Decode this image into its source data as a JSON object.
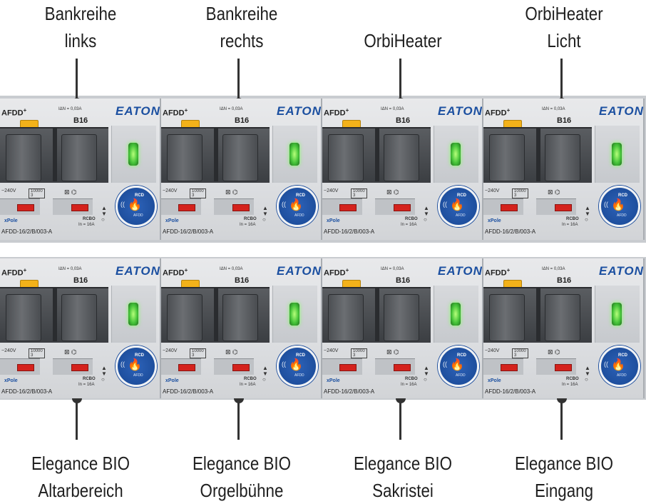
{
  "top_labels": [
    {
      "line1": "Bankreihe",
      "line2": "links"
    },
    {
      "line1": "Bankreihe",
      "line2": "rechts"
    },
    {
      "line1": "",
      "line2": "OrbiHeater"
    },
    {
      "line1": "OrbiHeater",
      "line2": "Licht"
    }
  ],
  "bottom_labels": [
    {
      "line1": "Elegance BIO",
      "line2": "Altarbereich"
    },
    {
      "line1": "Elegance BIO",
      "line2": "Orgelbühne"
    },
    {
      "line1": "Elegance BIO",
      "line2": "Sakristei"
    },
    {
      "line1": "Elegance BIO",
      "line2": "Eingang"
    }
  ],
  "breaker": {
    "afdd_label": "AFDD",
    "afdd_sup": "+",
    "idn_label": "IΔN = 0,03A",
    "rating_label": "B16",
    "brand": "EATON",
    "voltage": "~240V",
    "rating_box": "10000",
    "rating_box_sub": "3",
    "xpole": "xPole",
    "rcbo": "RCBO",
    "in_label": "In = 16A",
    "model": "AFDD-16/2/B/003-A",
    "seal_rcd": "RCD",
    "seal_afdd": "AFDD"
  },
  "colors": {
    "brand_blue": "#1e4f9e",
    "indicator_green": "#46c43a",
    "trip_yellow": "#f3b21a",
    "flag_red": "#d4221c",
    "leader": "#333333"
  },
  "icons": {
    "led": "status-led-icon",
    "seal": "rcd-afdd-seal-icon",
    "flag": "trip-flag-icon"
  }
}
